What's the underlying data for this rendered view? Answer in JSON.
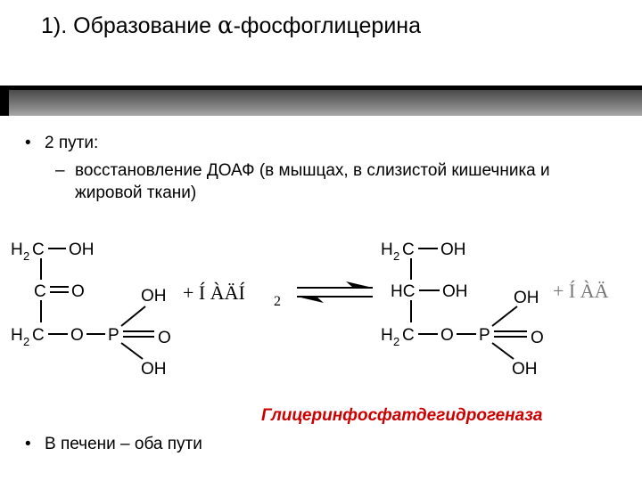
{
  "slide": {
    "title_prefix": "1). Образование ",
    "title_greek": "α",
    "title_suffix": "-фосфоглицерина",
    "bullet_1": "2 пути:",
    "sub_bullet_1": "восстановление ДОАФ (в мышцах, в слизистой кишечника и жировой ткани)",
    "enzyme": "Глицеринфосфатдегидрогеназа",
    "bullet_2": "В печени – оба пути",
    "bullet_char": "•",
    "dash_char": "–"
  },
  "scheme": {
    "left": {
      "h": "H",
      "h_sub": "2",
      "c": "C",
      "oh": "OH",
      "o": "O",
      "p": "P"
    },
    "right": {
      "h": "H",
      "h_sub": "2",
      "c": "C",
      "hc": "HC",
      "oh": "OH",
      "o": "O",
      "p": "P"
    },
    "reagent_left": "+ Í ÀÄÍ",
    "reagent_left_sub": "2",
    "reagent_right": "+ Í ÀÄ"
  }
}
